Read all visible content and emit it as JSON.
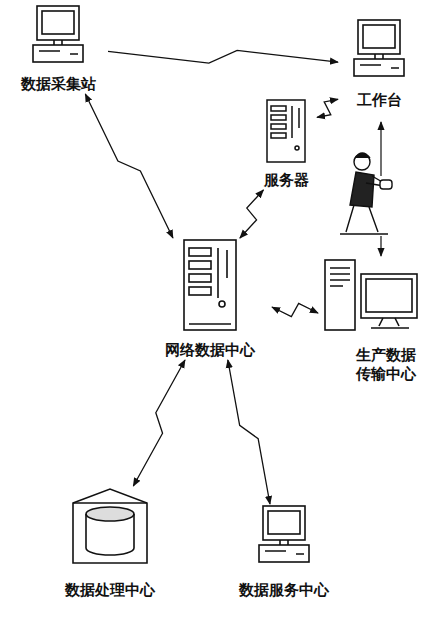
{
  "diagram": {
    "nodes": [
      {
        "text": [
          "数据采集站"
        ]
      },
      {
        "text": [
          "工作台"
        ]
      },
      {
        "text": [
          "服务器"
        ]
      },
      {
        "text": [
          "网络数据中心"
        ]
      },
      {
        "text": [
          "生产数据 传输中心"
        ]
      },
      {
        "text": [
          "数据处理中心"
        ]
      },
      {
        "text": [
          "数据服务中心"
        ]
      }
    ],
    "edges": [
      {
        "from": 0,
        "to": 1,
        "arrow": "to"
      },
      {
        "from": 1,
        "to": 2,
        "arrow": "both"
      },
      {
        "from": 0,
        "to": 3,
        "arrow": "both"
      },
      {
        "from": 2,
        "to": 3,
        "arrow": "both"
      },
      {
        "from": 3,
        "to": 4,
        "arrow": "both"
      },
      {
        "from": 3,
        "to": 5,
        "arrow": "both"
      },
      {
        "from": 3,
        "to": 6,
        "arrow": "both"
      }
    ]
  }
}
